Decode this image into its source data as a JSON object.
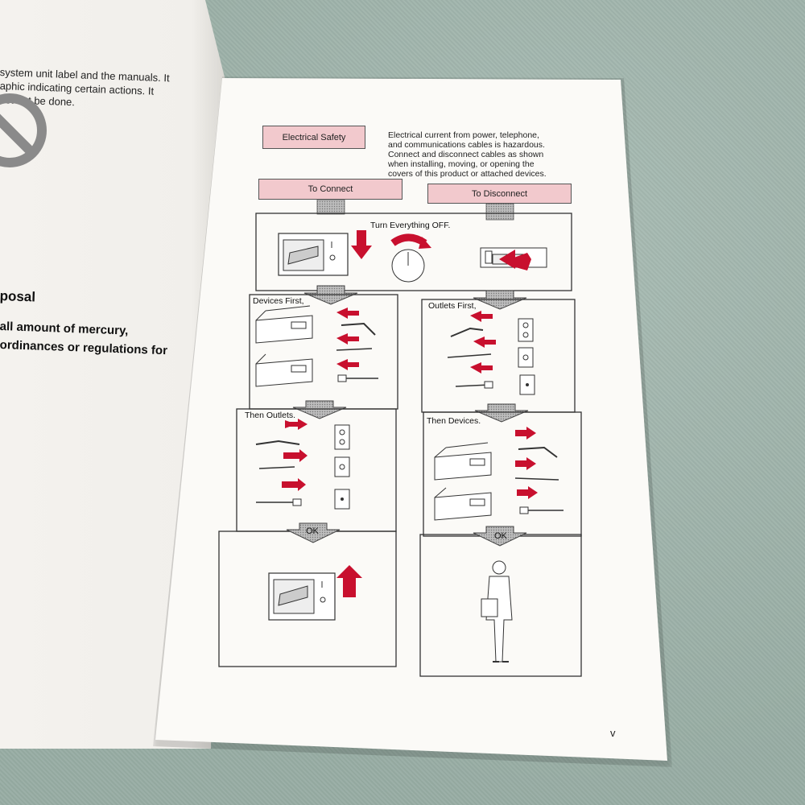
{
  "left_page": {
    "lines": [
      "system unit label and the manuals.  It",
      "aphic indicating certain actions.  It",
      "ust not be done."
    ],
    "heading": "posal",
    "bold_lines": [
      "all amount of mercury,",
      "ordinances or regulations for"
    ]
  },
  "right_page": {
    "title_box": "Electrical Safety",
    "intro_lines": [
      "Electrical current from power, telephone,",
      "and communications cables is hazardous.",
      "Connect and disconnect cables as shown",
      "when installing, moving, or opening the",
      "covers of this product or attached devices."
    ],
    "connect_box": "To Connect",
    "disconnect_box": "To Disconnect",
    "step_off": "Turn Everything OFF.",
    "connect_step1": "Devices First,",
    "connect_step2": "Then Outlets.",
    "disconnect_step1": "Outlets First,",
    "disconnect_step2": "Then Devices.",
    "ok_label": "OK",
    "page_number": "v"
  },
  "colors": {
    "accent_pink": "#f2c9cd",
    "arrow_red": "#c8102e"
  }
}
